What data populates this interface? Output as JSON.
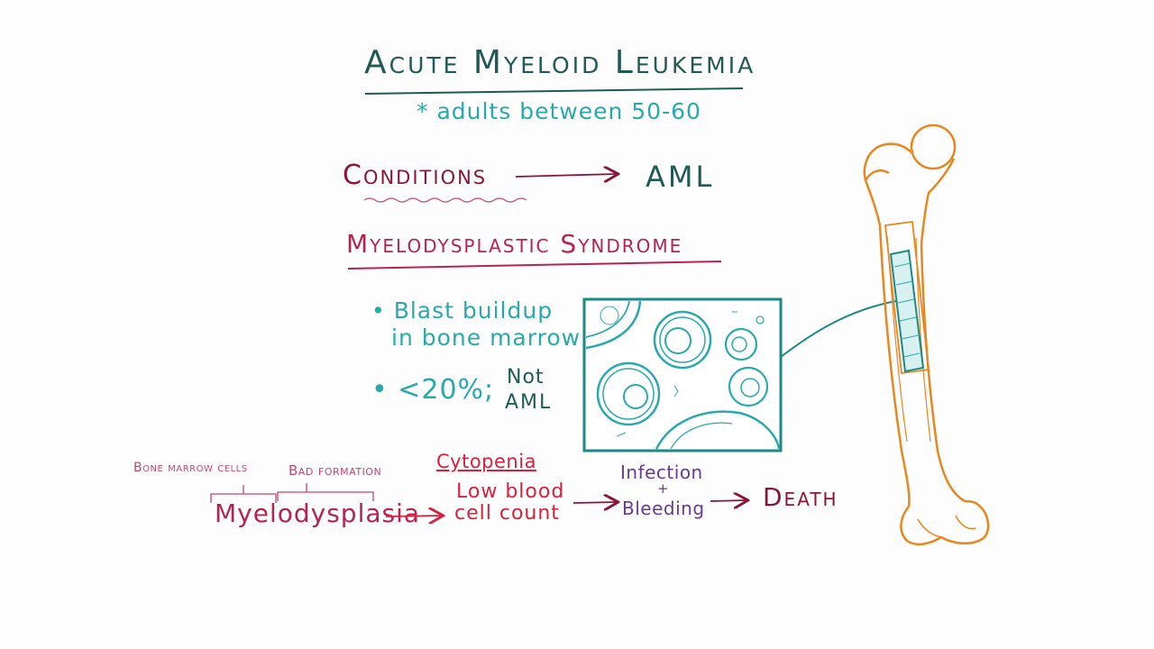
{
  "title": "Acute Myeloid Leukemia",
  "subtitle": "* adults between 50-60",
  "conditions_label": "Conditions",
  "aml_label": "AML",
  "syndrome_title": "Myelodysplastic Syndrome",
  "bullets": {
    "blast_line1": "• Blast buildup",
    "blast_line2": "in bone marrow",
    "percent": "• <20%;",
    "not_aml_line1": "Not",
    "not_aml_line2": "AML"
  },
  "flow": {
    "bone_marrow_cells": "Bone marrow cells",
    "bad_formation": "Bad formation",
    "myelodysplasia": "Myelodysplasia",
    "cytopenia": "Cytopenia",
    "low_blood_line1": "Low blood",
    "low_blood_line2": "cell count",
    "infection": "Infection",
    "plus": "+",
    "bleeding": "Bleeding",
    "death": "Death"
  },
  "colors": {
    "teal_dark": "#1f5a55",
    "teal_light": "#2aa9ad",
    "maroon": "#8a1538",
    "crimson": "#b52350",
    "red": "#d8213c",
    "purple": "#6a3a8a",
    "bone_orange": "#e8861f"
  },
  "icons": {
    "marrow_illustration": "bone-marrow-cells-icon",
    "femur": "femur-bone-icon"
  }
}
